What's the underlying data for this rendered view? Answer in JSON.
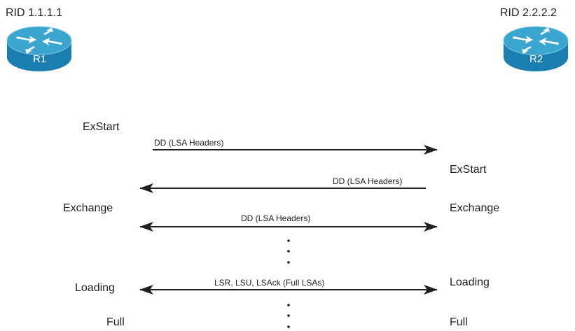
{
  "routers": {
    "r1": {
      "rid": "RID 1.1.1.1",
      "name": "R1"
    },
    "r2": {
      "rid": "RID 2.2.2.2",
      "name": "R2"
    }
  },
  "states": {
    "r1": {
      "exstart": "ExStart",
      "exchange": "Exchange",
      "loading": "Loading",
      "full": "Full"
    },
    "r2": {
      "exstart": "ExStart",
      "exchange": "Exchange",
      "loading": "Loading",
      "full": "Full"
    }
  },
  "messages": {
    "dd1": "DD (LSA Headers)",
    "dd2": "DD (LSA Headers)",
    "dd3": "DD (LSA Headers)",
    "load": "LSR, LSU, LSAck (Full LSAs)"
  },
  "colors": {
    "router_top": "#33a0c9",
    "router_body": "#1a7fb0",
    "router_rim": "#5fb8d9",
    "arrow": "#231f20"
  }
}
